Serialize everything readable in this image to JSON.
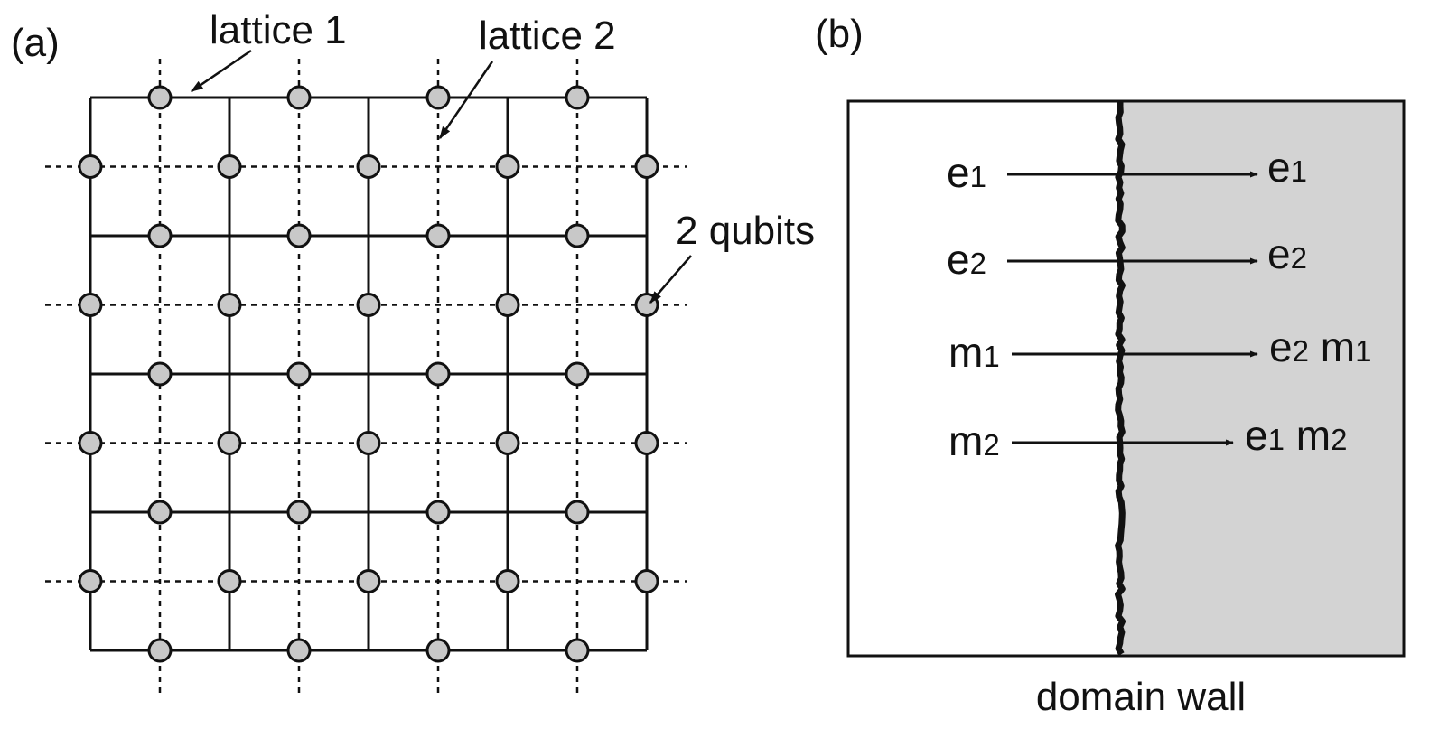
{
  "panel_a": {
    "label": "(a)",
    "annotations": {
      "lattice1": "lattice 1",
      "lattice2": "lattice 2",
      "qubits": "2 qubits"
    },
    "lattice_solid_cells": [
      4,
      4
    ],
    "lattice_dashed_cells": [
      4,
      4
    ],
    "qubit_fill": "#c8c8c8"
  },
  "panel_b": {
    "label": "(b)",
    "caption": "domain wall",
    "right_region_fill": "#d3d3d3",
    "mappings": [
      {
        "from": "e",
        "from_sub": "1",
        "to": [
          {
            "base": "e",
            "sub": "1"
          }
        ]
      },
      {
        "from": "e",
        "from_sub": "2",
        "to": [
          {
            "base": "e",
            "sub": "2"
          }
        ]
      },
      {
        "from": "m",
        "from_sub": "1",
        "to": [
          {
            "base": "e",
            "sub": "2"
          },
          {
            "base": "m",
            "sub": "1"
          }
        ]
      },
      {
        "from": "m",
        "from_sub": "2",
        "to": [
          {
            "base": "e",
            "sub": "1"
          },
          {
            "base": "m",
            "sub": "2"
          }
        ]
      }
    ]
  }
}
